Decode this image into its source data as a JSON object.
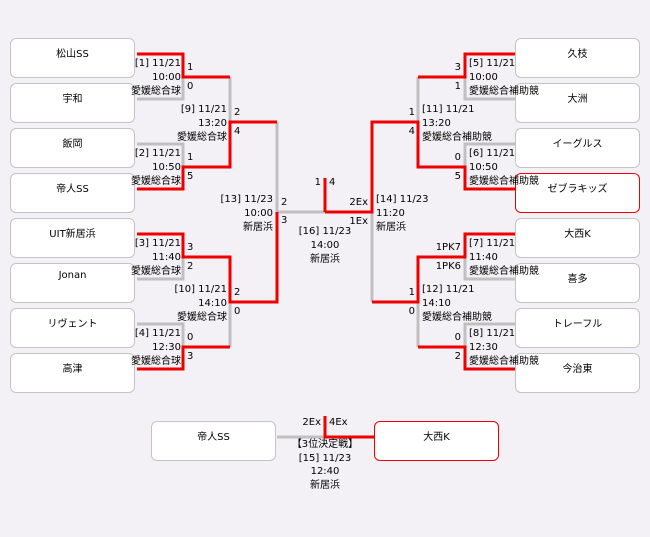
{
  "left_teams": [
    "松山SS",
    "宇和",
    "飯岡",
    "帝人SS",
    "UIT新居浜",
    "Jonan",
    "リヴェント",
    "高津"
  ],
  "right_teams": [
    "久枝",
    "大洲",
    "イーグルス",
    "ゼブラキッズ",
    "大西K",
    "喜多",
    "トレーフル",
    "今治東"
  ],
  "highlighted_teams": {
    "right": [
      3
    ],
    "third_place": "right"
  },
  "left_r1": [
    {
      "label": "[1] 11/21",
      "time": "10:00",
      "venue": "愛媛総合球",
      "scores": [
        "1",
        "0"
      ]
    },
    {
      "label": "[2] 11/21",
      "time": "10:50",
      "venue": "愛媛総合球",
      "scores": [
        "1",
        "5"
      ]
    },
    {
      "label": "[3] 11/21",
      "time": "11:40",
      "venue": "愛媛総合球",
      "scores": [
        "3",
        "2"
      ]
    },
    {
      "label": "[4] 11/21",
      "time": "12:30",
      "venue": "愛媛総合球",
      "scores": [
        "0",
        "3"
      ]
    }
  ],
  "left_r2": [
    {
      "label": "[9] 11/21",
      "time": "13:20",
      "venue": "愛媛総合球",
      "scores": [
        "2",
        "4"
      ]
    },
    {
      "label": "[10] 11/21",
      "time": "14:10",
      "venue": "愛媛総合球",
      "scores": [
        "2",
        "0"
      ]
    }
  ],
  "left_r3": {
    "label": "[13] 11/23",
    "time": "10:00",
    "venue": "新居浜",
    "scores": [
      "2",
      "3"
    ]
  },
  "right_r1": [
    {
      "label": "[5] 11/21",
      "time": "10:00",
      "venue": "愛媛総合補助競",
      "scores": [
        "3",
        "1"
      ]
    },
    {
      "label": "[6] 11/21",
      "time": "10:50",
      "venue": "愛媛総合補助競",
      "scores": [
        "0",
        "5"
      ]
    },
    {
      "label": "[7] 11/21",
      "time": "11:40",
      "venue": "愛媛総合補助競",
      "scores": [
        "1PK7",
        "1PK6"
      ]
    },
    {
      "label": "[8] 11/21",
      "time": "12:30",
      "venue": "愛媛総合補助競",
      "scores": [
        "0",
        "2"
      ]
    }
  ],
  "right_r2": [
    {
      "label": "[11] 11/21",
      "time": "13:20",
      "venue": "愛媛総合補助競",
      "scores": [
        "1",
        "4"
      ]
    },
    {
      "label": "[12] 11/21",
      "time": "14:10",
      "venue": "愛媛総合補助競",
      "scores": [
        "1",
        "0"
      ]
    }
  ],
  "right_r3": {
    "label": "[14] 11/23",
    "time": "11:20",
    "venue": "新居浜",
    "scores": [
      "2Ex",
      "1Ex"
    ]
  },
  "final": {
    "label": "[16] 11/23",
    "time": "14:00",
    "venue": "新居浜",
    "scores": [
      "1",
      "4"
    ]
  },
  "third_place": {
    "title": "【3位決定戦】",
    "label": "[15] 11/23",
    "time": "12:40",
    "venue": "新居浜",
    "teams": [
      "帝人SS",
      "大西K"
    ],
    "scores": [
      "2Ex",
      "4Ex"
    ]
  },
  "colors": {
    "win_line": "#ee0000",
    "lose_line": "#c0c0c0"
  }
}
